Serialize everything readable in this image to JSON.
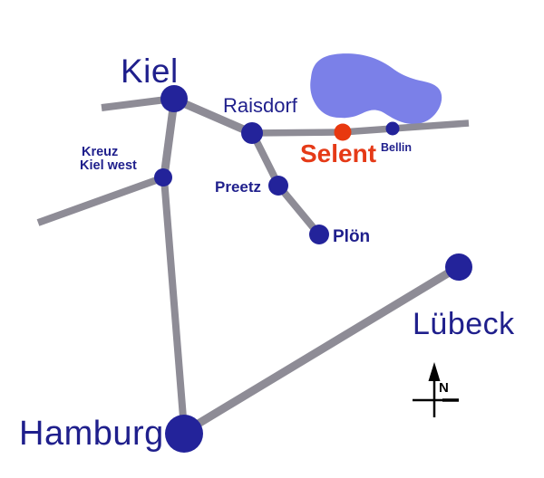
{
  "colors": {
    "background": "#ffffff",
    "city_dot": "#23239a",
    "city_label": "#1f1f8c",
    "road": "#8e8c96",
    "lake": "#7b80e8",
    "highlight_dot": "#e8380f",
    "highlight_label": "#e53a17",
    "compass": "#000000"
  },
  "cities": {
    "kiel": {
      "label": "Kiel"
    },
    "kreuz_kiel_west": {
      "line1": "Kreuz",
      "line2": "Kiel west"
    },
    "raisdorf": {
      "label": "Raisdorf"
    },
    "preetz": {
      "label": "Preetz"
    },
    "ploen": {
      "label": "Plön"
    },
    "selent": {
      "label": "Selent"
    },
    "bellin": {
      "label": "Bellin"
    },
    "luebeck": {
      "label": "Lübeck"
    },
    "hamburg": {
      "label": "Hamburg"
    }
  },
  "compass": {
    "north_label": "N"
  }
}
